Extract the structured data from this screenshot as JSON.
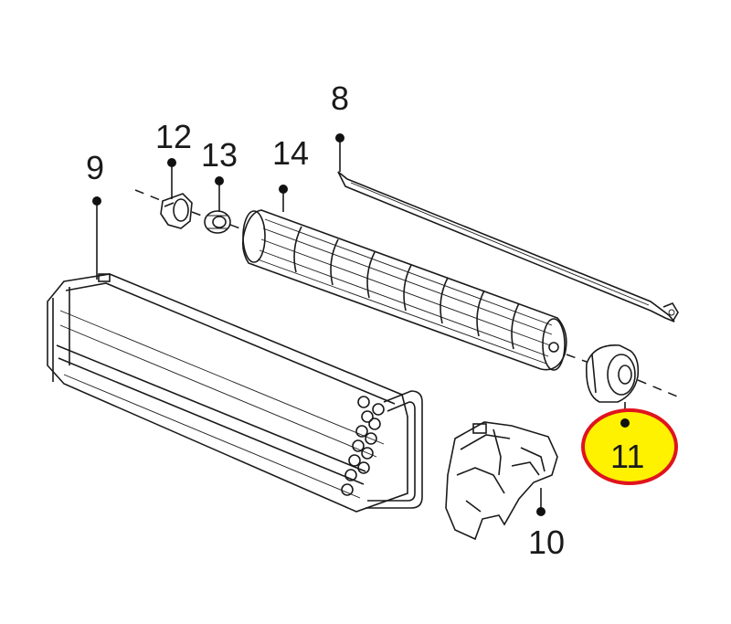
{
  "callouts": {
    "n8": "8",
    "n9": "9",
    "n10": "10",
    "n11": "11",
    "n12": "12",
    "n13": "13",
    "n14": "14"
  },
  "highlight": {
    "part": "11",
    "fill": "#fff200",
    "stroke": "#e0141e"
  }
}
